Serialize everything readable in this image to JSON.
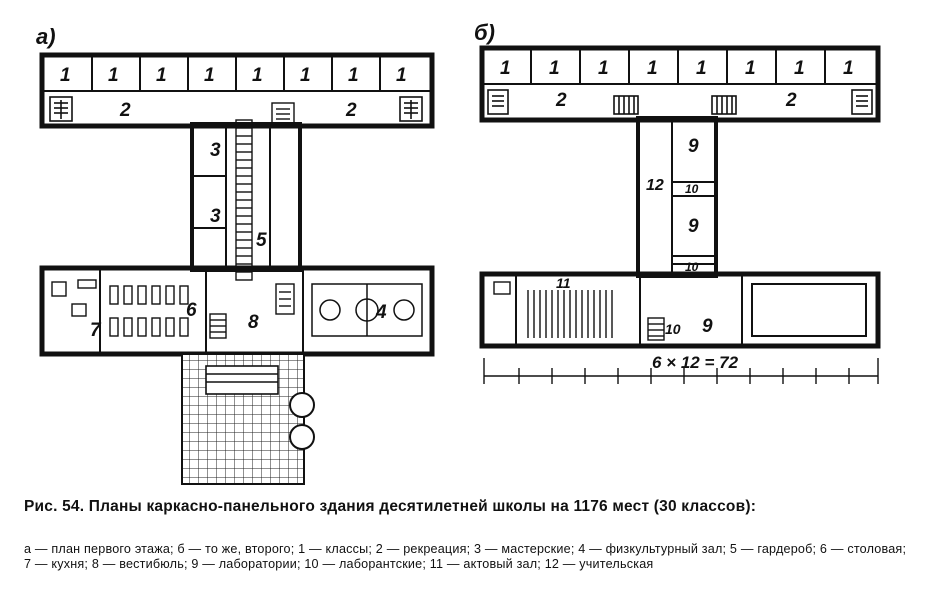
{
  "plan_a": {
    "letter": "а)",
    "room_labels": {
      "classroom": "1",
      "recreation": "2",
      "workshops": "3",
      "gym": "4",
      "cloakroom": "5",
      "dining": "6",
      "kitchen": "7",
      "vestibule": "8"
    }
  },
  "plan_b": {
    "letter": "б)",
    "room_labels": {
      "classroom": "1",
      "recreation": "2",
      "laboratory": "9",
      "lab_assistant": "10",
      "assembly_hall": "11",
      "teachers": "12"
    },
    "dimension": "6 × 12 = 72"
  },
  "caption": {
    "title": "Рис. 54. Планы каркасно-панельного здания десятилетней школы на 1176 мест (30 классов):",
    "legend": "а — план первого этажа; б — то же, второго; 1 — классы; 2 — рекреация; 3 — мастерские; 4 — физкультурный зал; 5 — гардероб; 6 — столовая; 7 — кухня; 8 — вестибюль; 9 — лаборатории; 10 — лаборантские; 11 — актовый зал; 12 — учительская"
  }
}
